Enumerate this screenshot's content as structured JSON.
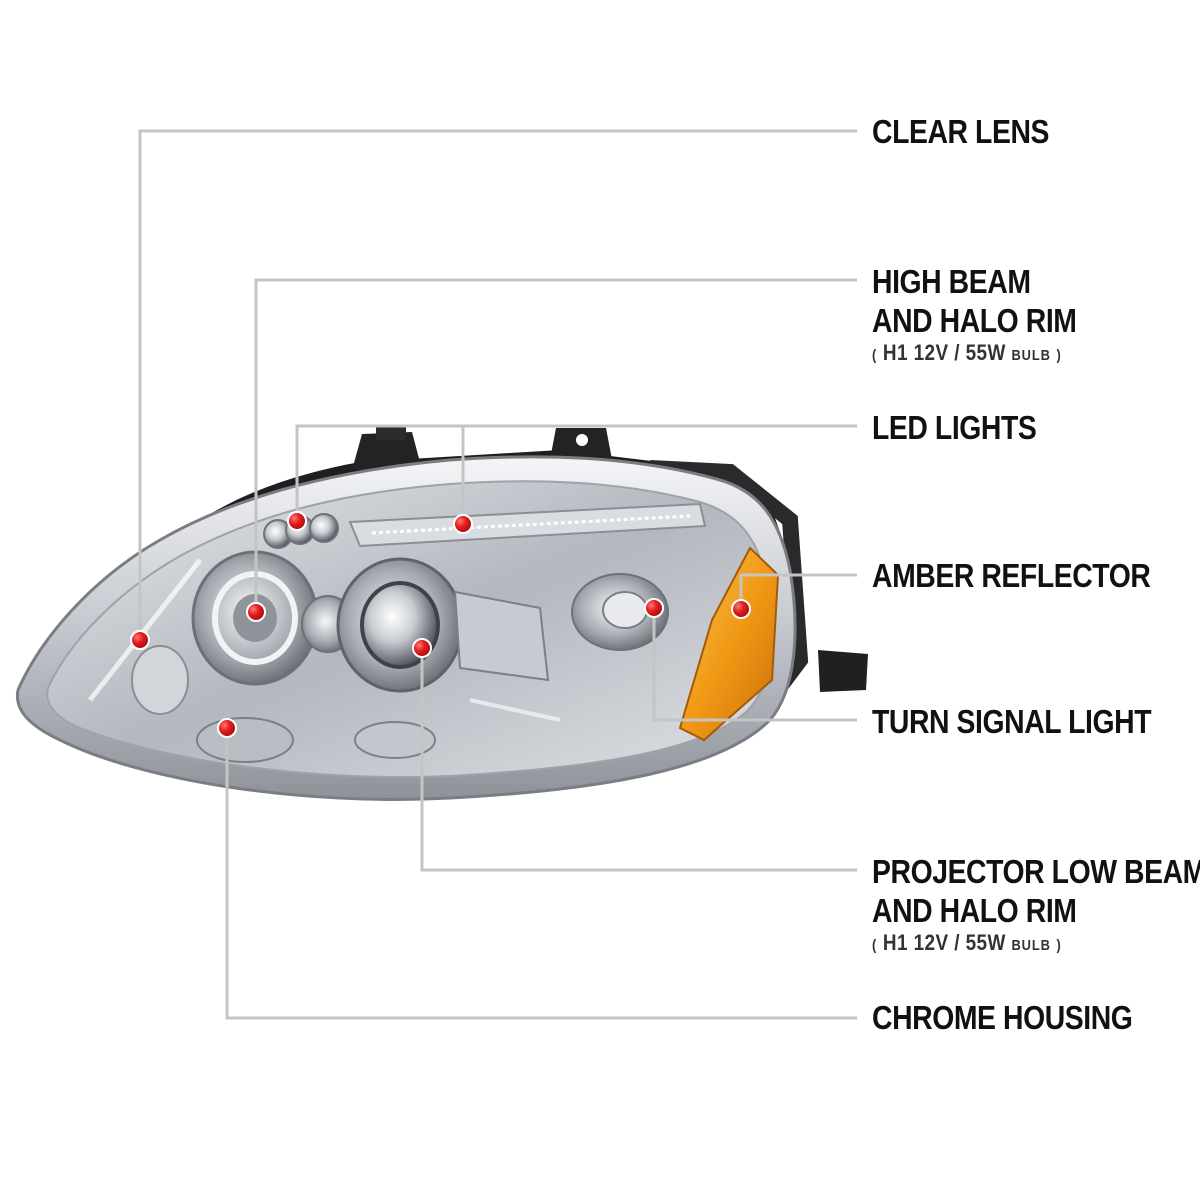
{
  "colors": {
    "leader_line": "#c4c4c4",
    "marker_dot": "#d81e1e",
    "label_text": "#111111",
    "chrome_light": "#eef0f3",
    "chrome_mid": "#b8bcc3",
    "chrome_dark": "#5d6066",
    "housing_black": "#1c1c1c",
    "amber": "#f09a16"
  },
  "callouts": [
    {
      "id": "clear-lens",
      "title": [
        "CLEAR LENS"
      ]
    },
    {
      "id": "high-beam",
      "title": [
        "HIGH BEAM",
        "AND HALO RIM"
      ],
      "spec": {
        "open": "(",
        "bulb": "H1  12V / 55W",
        "suffix": "BULB",
        "close": ")"
      }
    },
    {
      "id": "led-lights",
      "title": [
        "LED LIGHTS"
      ]
    },
    {
      "id": "amber-reflector",
      "title": [
        "AMBER REFLECTOR"
      ]
    },
    {
      "id": "turn-signal",
      "title": [
        "TURN SIGNAL LIGHT"
      ]
    },
    {
      "id": "projector-low-beam",
      "title": [
        "PROJECTOR LOW BEAM",
        "AND HALO RIM"
      ],
      "spec": {
        "open": "(",
        "bulb": "H1  12V / 55W",
        "suffix": "BULB",
        "close": ")"
      }
    },
    {
      "id": "chrome-housing",
      "title": [
        "CHROME HOUSING"
      ]
    }
  ]
}
